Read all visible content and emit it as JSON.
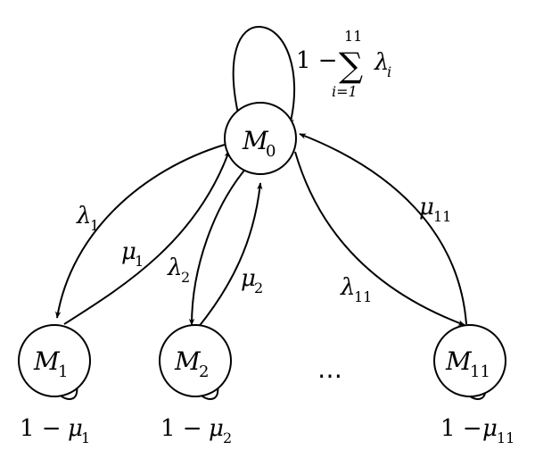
{
  "nodes": {
    "m0": {
      "symbol": "M",
      "index": "0"
    },
    "m1": {
      "symbol": "M",
      "index": "1"
    },
    "m2": {
      "symbol": "M",
      "index": "2"
    },
    "m11": {
      "symbol": "M",
      "index": "11"
    }
  },
  "ellipsis": "⋯",
  "self_loop_m0": {
    "prefix": "1 − ",
    "sum_symbol": "∑",
    "upper": "11",
    "lower": "i=1",
    "term": "λ",
    "term_sub": "i"
  },
  "edges": {
    "lambda1": {
      "symbol": "λ",
      "sub": "1"
    },
    "mu1": {
      "symbol": "μ",
      "sub": "1"
    },
    "lambda2": {
      "symbol": "λ",
      "sub": "2"
    },
    "mu2": {
      "symbol": "μ",
      "sub": "2"
    },
    "lambda11": {
      "symbol": "λ",
      "sub": "11"
    },
    "mu11": {
      "symbol": "μ",
      "sub": "11"
    }
  },
  "self_loops": {
    "m1": {
      "prefix": "1 − ",
      "symbol": "μ",
      "sub": "1"
    },
    "m2": {
      "prefix": "1 − ",
      "symbol": "μ",
      "sub": "2"
    },
    "m11": {
      "prefix": "1 − ",
      "symbol": "μ",
      "sub": "11"
    }
  }
}
